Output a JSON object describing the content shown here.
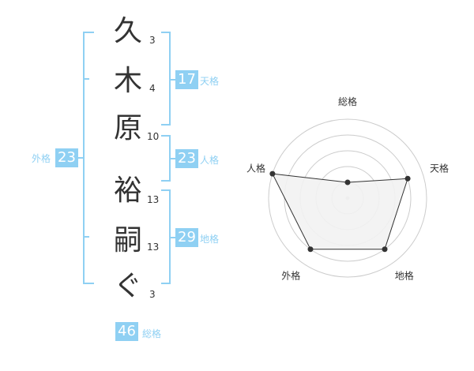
{
  "name": {
    "characters": [
      {
        "char": "久",
        "strokes": "3"
      },
      {
        "char": "木",
        "strokes": "4"
      },
      {
        "char": "原",
        "strokes": "10"
      },
      {
        "char": "裕",
        "strokes": "13"
      },
      {
        "char": "嗣",
        "strokes": "13"
      },
      {
        "char": "ぐ",
        "strokes": "3"
      }
    ]
  },
  "kaku": {
    "tenkaku": {
      "value": "17",
      "label": "天格"
    },
    "jinkaku": {
      "value": "23",
      "label": "人格"
    },
    "chikaku": {
      "value": "29",
      "label": "地格"
    },
    "gaikaku": {
      "value": "23",
      "label": "外格"
    },
    "soukaku": {
      "value": "46",
      "label": "総格"
    }
  },
  "colors": {
    "accent": "#8fd0f3",
    "text": "#333333",
    "grid": "#cccccc",
    "fill": "#f2f2f2"
  },
  "chart_data": {
    "type": "radar",
    "axes": [
      "総格",
      "天格",
      "地格",
      "外格",
      "人格"
    ],
    "values": [
      1,
      4,
      4,
      4,
      5
    ],
    "range": [
      0,
      5
    ],
    "rings": 5
  }
}
